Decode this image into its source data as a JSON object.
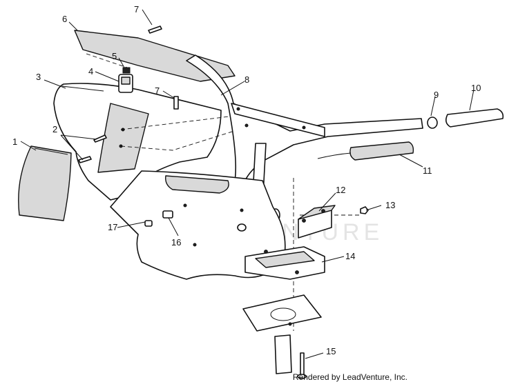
{
  "callouts": [
    {
      "n": "1"
    },
    {
      "n": "2"
    },
    {
      "n": "3"
    },
    {
      "n": "4"
    },
    {
      "n": "5"
    },
    {
      "n": "6"
    },
    {
      "n": "7"
    },
    {
      "n": "7"
    },
    {
      "n": "8"
    },
    {
      "n": "9"
    },
    {
      "n": "10"
    },
    {
      "n": "11"
    },
    {
      "n": "12"
    },
    {
      "n": "13"
    },
    {
      "n": "14"
    },
    {
      "n": "15"
    },
    {
      "n": "16"
    },
    {
      "n": "17"
    }
  ],
  "watermark": "LEADVENTURE",
  "credit": "Rendered by LeadVenture, Inc."
}
